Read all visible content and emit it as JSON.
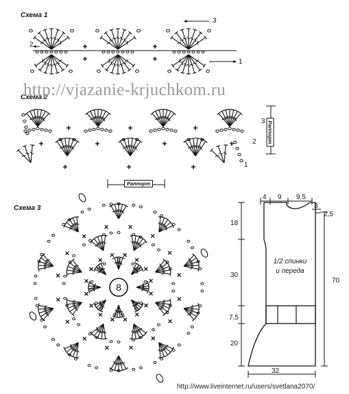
{
  "scheme1": {
    "title": "Схема 1",
    "row_numbers": [
      "2",
      "3",
      "1"
    ]
  },
  "scheme2": {
    "title": "Схема 2",
    "row_numbers": [
      "3",
      "2",
      "1"
    ],
    "rapport_horizontal": "Раппорт",
    "rapport_vertical": "Раппорт"
  },
  "scheme3": {
    "title": "Схема 3",
    "center_number": "8"
  },
  "watermark": "http://vjazanie-krjuchkom.ru",
  "pattern": {
    "top_dims": [
      "4",
      "9",
      "9,5",
      "3",
      "2,5"
    ],
    "left_dims": [
      "18",
      "30",
      "7,5",
      "20"
    ],
    "right_dim": "70",
    "bottom_dim": "32",
    "caption_line1": "1/2 спинки",
    "caption_line2": "и переда"
  },
  "footer_url": "http://www.liveinternet.ru/users/svetlana2070/",
  "colors": {
    "ink": "#111111",
    "watermark": "#9a9a9a"
  }
}
